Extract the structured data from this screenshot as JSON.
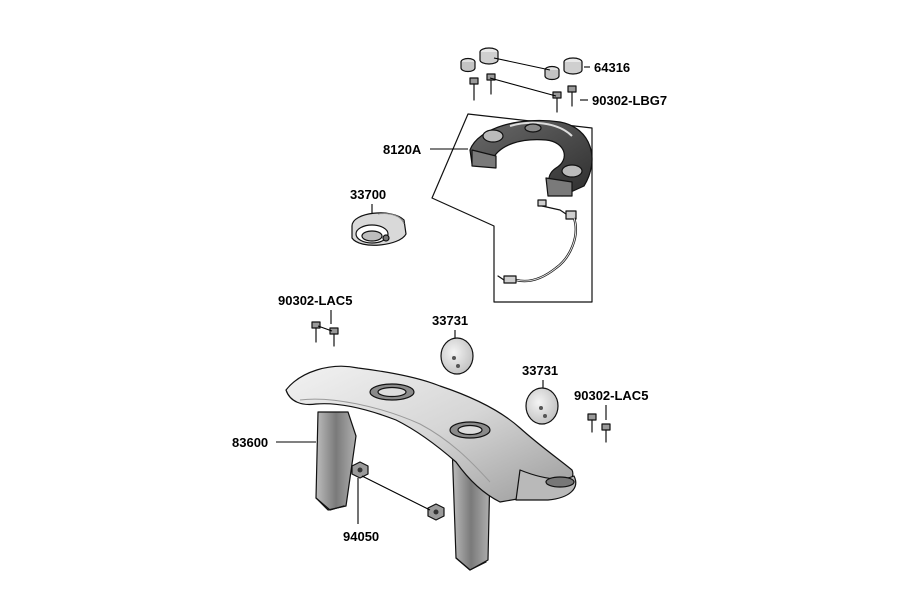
{
  "diagram": {
    "colors": {
      "ink": "#111111",
      "label": "#000000",
      "part_light": "#e6e6e6",
      "part_mid": "#c8c8c8",
      "part_dark": "#8a8a8a",
      "part_shadow": "#555555",
      "background": "#ffffff"
    },
    "labels": {
      "p64316": "64316",
      "p90302_lbg7": "90302-LBG7",
      "p8120a": "8120A",
      "p33700": "33700",
      "p90302_lac5_left": "90302-LAC5",
      "p33731_left": "33731",
      "p33731_right": "33731",
      "p90302_lac5_right": "90302-LAC5",
      "p83600": "83600",
      "p94050": "94050"
    }
  }
}
